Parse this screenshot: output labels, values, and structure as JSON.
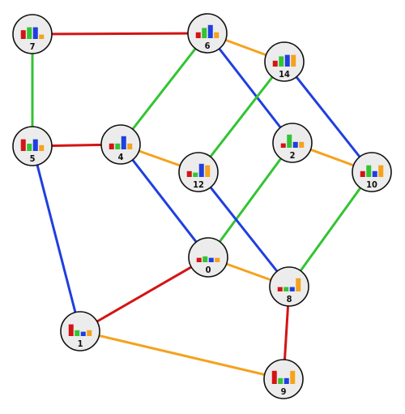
{
  "colors": {
    "red": "#d41414",
    "green": "#33c433",
    "blue": "#1f3fe0",
    "orange": "#f5a21c",
    "node_fill": "#ececec",
    "node_stroke": "#111111"
  },
  "graph": {
    "nodes": [
      {
        "id": "n7",
        "label": "7",
        "bars": [
          0.6,
          0.8,
          0.8,
          0.3
        ]
      },
      {
        "id": "n6",
        "label": "6",
        "bars": [
          0.4,
          0.7,
          0.9,
          0.4
        ]
      },
      {
        "id": "n14",
        "label": "14",
        "bars": [
          0.4,
          0.7,
          0.8,
          0.8
        ]
      },
      {
        "id": "n5",
        "label": "5",
        "bars": [
          0.8,
          0.5,
          0.8,
          0.4
        ]
      },
      {
        "id": "n4",
        "label": "4",
        "bars": [
          0.4,
          0.4,
          0.9,
          0.4
        ]
      },
      {
        "id": "n2",
        "label": "2",
        "bars": [
          0.3,
          0.9,
          0.4,
          0.4
        ]
      },
      {
        "id": "n12",
        "label": "12",
        "bars": [
          0.4,
          0.3,
          0.9,
          0.8
        ]
      },
      {
        "id": "n10",
        "label": "10",
        "bars": [
          0.4,
          0.8,
          0.4,
          0.8
        ]
      },
      {
        "id": "n0",
        "label": "0",
        "bars": [
          0.3,
          0.4,
          0.3,
          0.3
        ]
      },
      {
        "id": "n8",
        "label": "8",
        "bars": [
          0.3,
          0.3,
          0.3,
          0.9
        ]
      },
      {
        "id": "n1",
        "label": "1",
        "bars": [
          0.8,
          0.4,
          0.3,
          0.4
        ]
      },
      {
        "id": "n9",
        "label": "9",
        "bars": [
          0.9,
          0.4,
          0.4,
          0.9
        ]
      }
    ],
    "edges": [
      {
        "from": "n7",
        "to": "n6",
        "color": "red"
      },
      {
        "from": "n7",
        "to": "n5",
        "color": "green"
      },
      {
        "from": "n6",
        "to": "n14",
        "color": "orange"
      },
      {
        "from": "n6",
        "to": "n4",
        "color": "green"
      },
      {
        "from": "n6",
        "to": "n2",
        "color": "blue"
      },
      {
        "from": "n14",
        "to": "n12",
        "color": "green"
      },
      {
        "from": "n14",
        "to": "n10",
        "color": "blue"
      },
      {
        "from": "n5",
        "to": "n4",
        "color": "red"
      },
      {
        "from": "n5",
        "to": "n1",
        "color": "blue"
      },
      {
        "from": "n4",
        "to": "n12",
        "color": "orange"
      },
      {
        "from": "n4",
        "to": "n0",
        "color": "blue"
      },
      {
        "from": "n2",
        "to": "n10",
        "color": "orange"
      },
      {
        "from": "n2",
        "to": "n0",
        "color": "green"
      },
      {
        "from": "n12",
        "to": "n8",
        "color": "blue"
      },
      {
        "from": "n10",
        "to": "n8",
        "color": "green"
      },
      {
        "from": "n0",
        "to": "n8",
        "color": "orange"
      },
      {
        "from": "n0",
        "to": "n1",
        "color": "red"
      },
      {
        "from": "n8",
        "to": "n9",
        "color": "red"
      },
      {
        "from": "n1",
        "to": "n9",
        "color": "orange"
      }
    ]
  }
}
